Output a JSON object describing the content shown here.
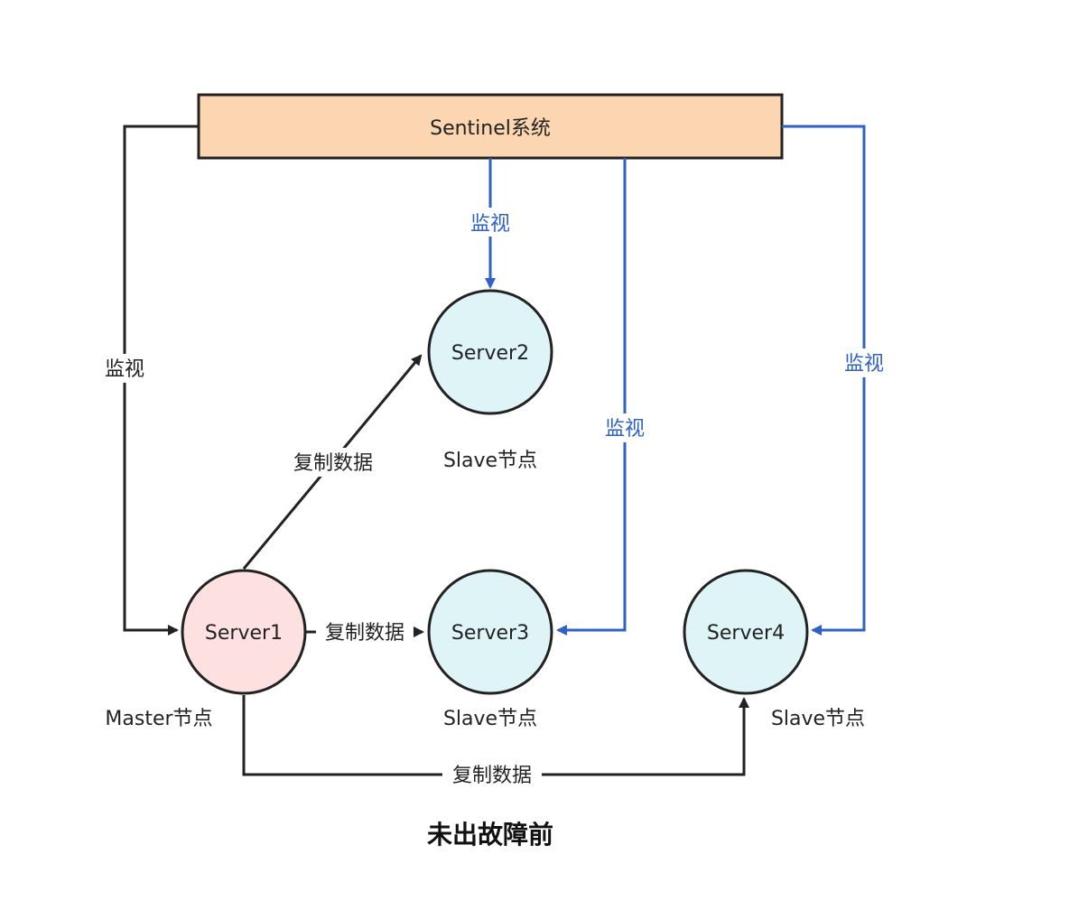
{
  "sentinel": {
    "label": "Sentinel系统",
    "color": "#fbd6b0"
  },
  "servers": {
    "server1": {
      "label": "Server1",
      "role": "Master节点",
      "color": "#fde0e0"
    },
    "server2": {
      "label": "Server2",
      "role": "Slave节点",
      "color": "#dff4f6"
    },
    "server3": {
      "label": "Server3",
      "role": "Slave节点",
      "color": "#dff4f6"
    },
    "server4": {
      "label": "Server4",
      "role": "Slave节点",
      "color": "#dff4f6"
    }
  },
  "edges": {
    "monitor_label": "监视",
    "replicate_label": "复制数据"
  },
  "colors": {
    "monitor_blue": "#2f62c9",
    "line_black": "#222222"
  },
  "caption": "未出故障前"
}
